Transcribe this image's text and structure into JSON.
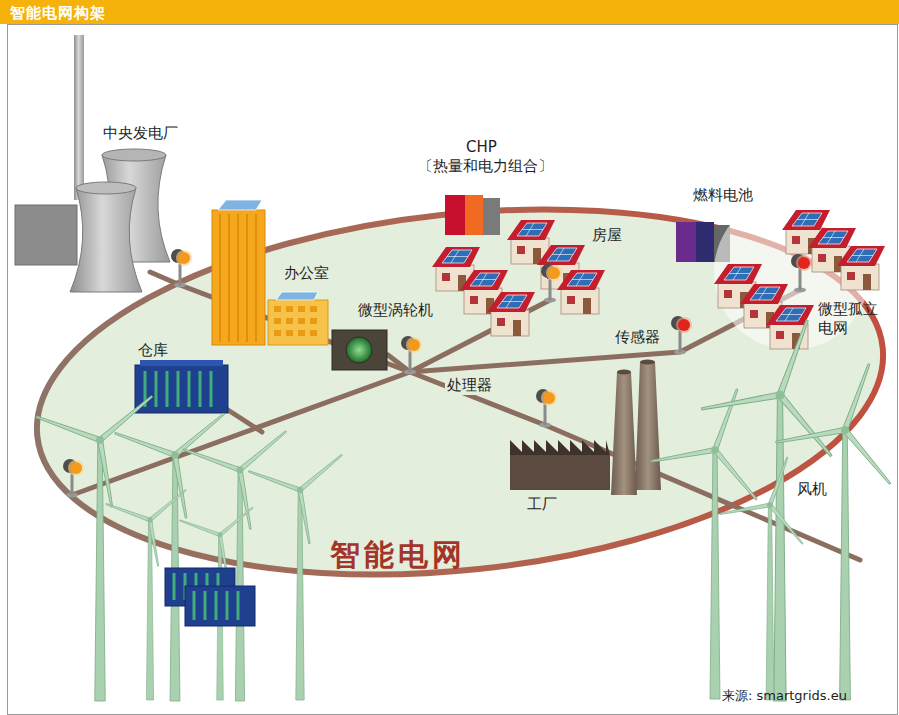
{
  "diagram": {
    "title": "智能电网构架",
    "nodes": [
      {
        "text": [
          "智能电网"
        ]
      }
    ],
    "labels": [
      "中央发电厂",
      "CHP",
      "〔热量和电力组合〕",
      "燃料电池",
      "房屋",
      "办公室",
      "微型涡轮机",
      "仓库",
      "传感器",
      "微型孤立电网",
      "处理器",
      "工厂",
      "风机",
      "来源: smartgrids.eu"
    ]
  }
}
